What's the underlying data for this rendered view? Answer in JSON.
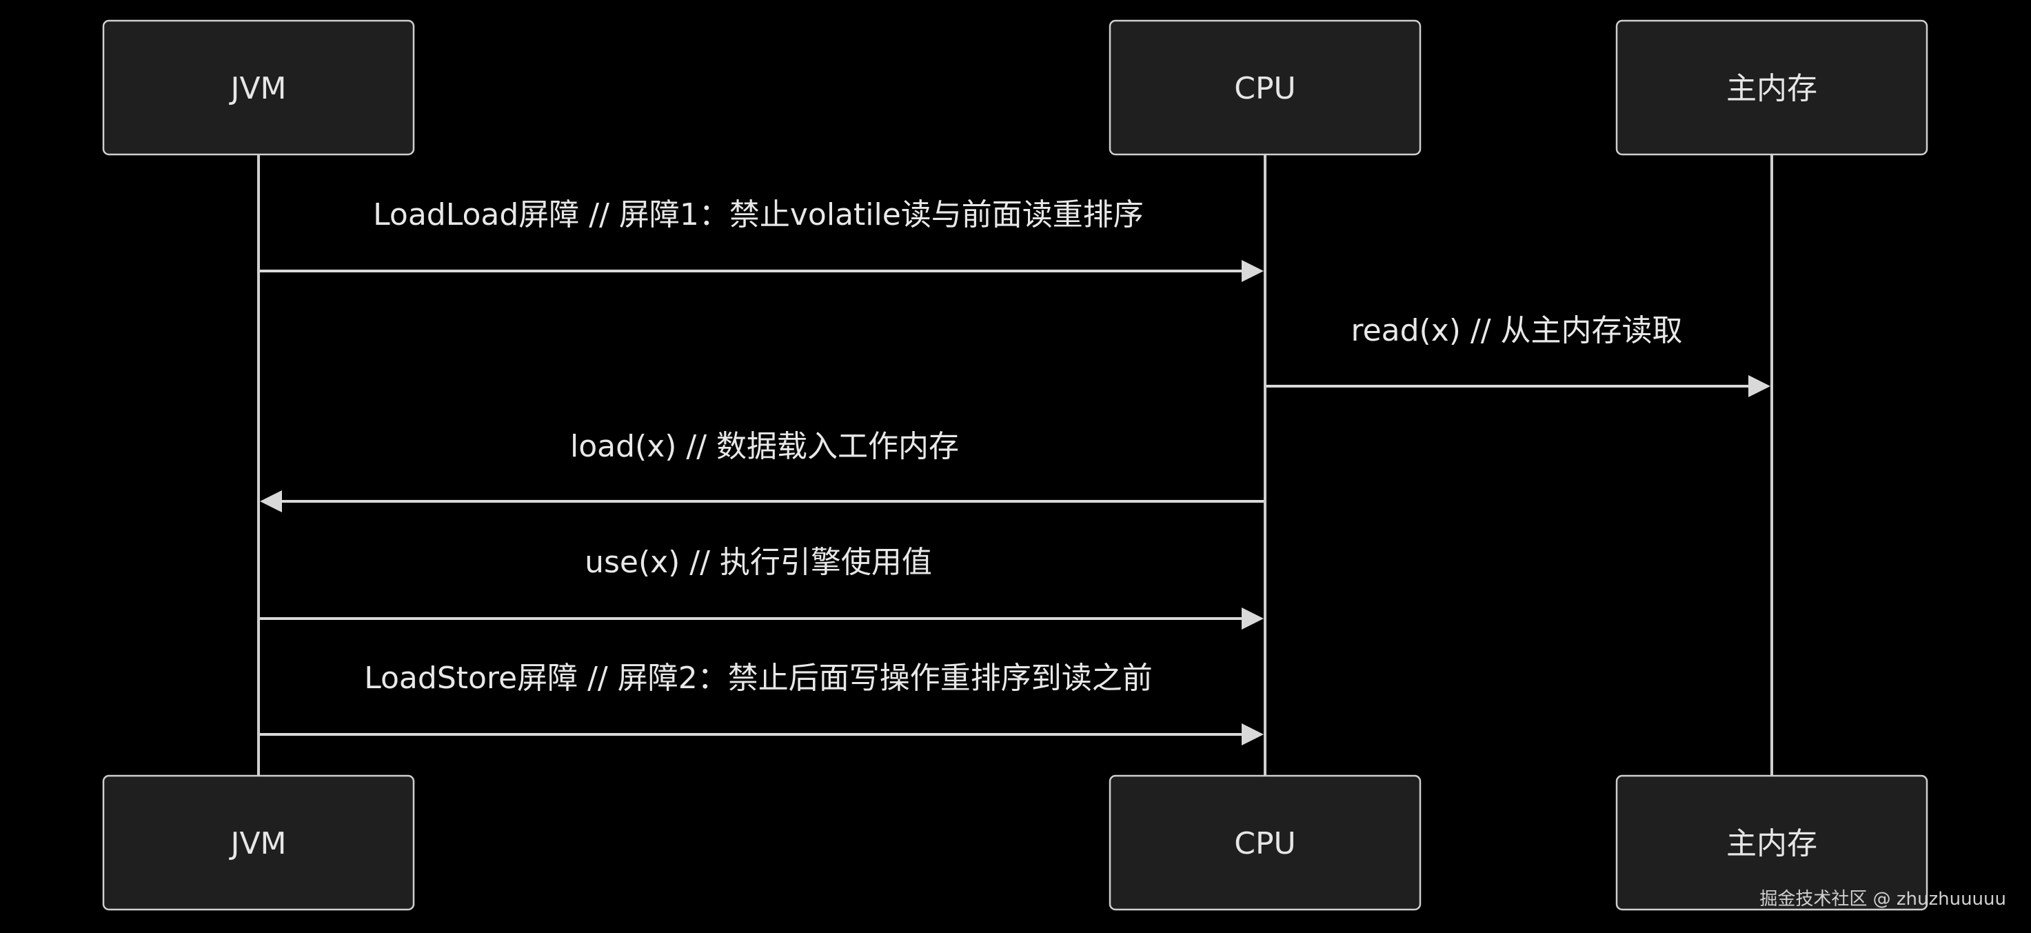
{
  "participants": [
    {
      "id": "jvm",
      "label": "JVM"
    },
    {
      "id": "cpu",
      "label": "CPU"
    },
    {
      "id": "mem",
      "label": "主内存"
    }
  ],
  "messages": [
    {
      "from": "jvm",
      "to": "cpu",
      "label": "LoadLoad屏障 // 屏障1：禁止volatile读与前面读重排序"
    },
    {
      "from": "cpu",
      "to": "mem",
      "label": "read(x) // 从主内存读取"
    },
    {
      "from": "cpu",
      "to": "jvm",
      "label": "load(x) // 数据载入工作内存"
    },
    {
      "from": "jvm",
      "to": "cpu",
      "label": "use(x) // 执行引擎使用值"
    },
    {
      "from": "jvm",
      "to": "cpu",
      "label": "LoadStore屏障 // 屏障2：禁止后面写操作重排序到读之前"
    }
  ],
  "watermark": "掘金技术社区 @ zhuzhuuuuu"
}
